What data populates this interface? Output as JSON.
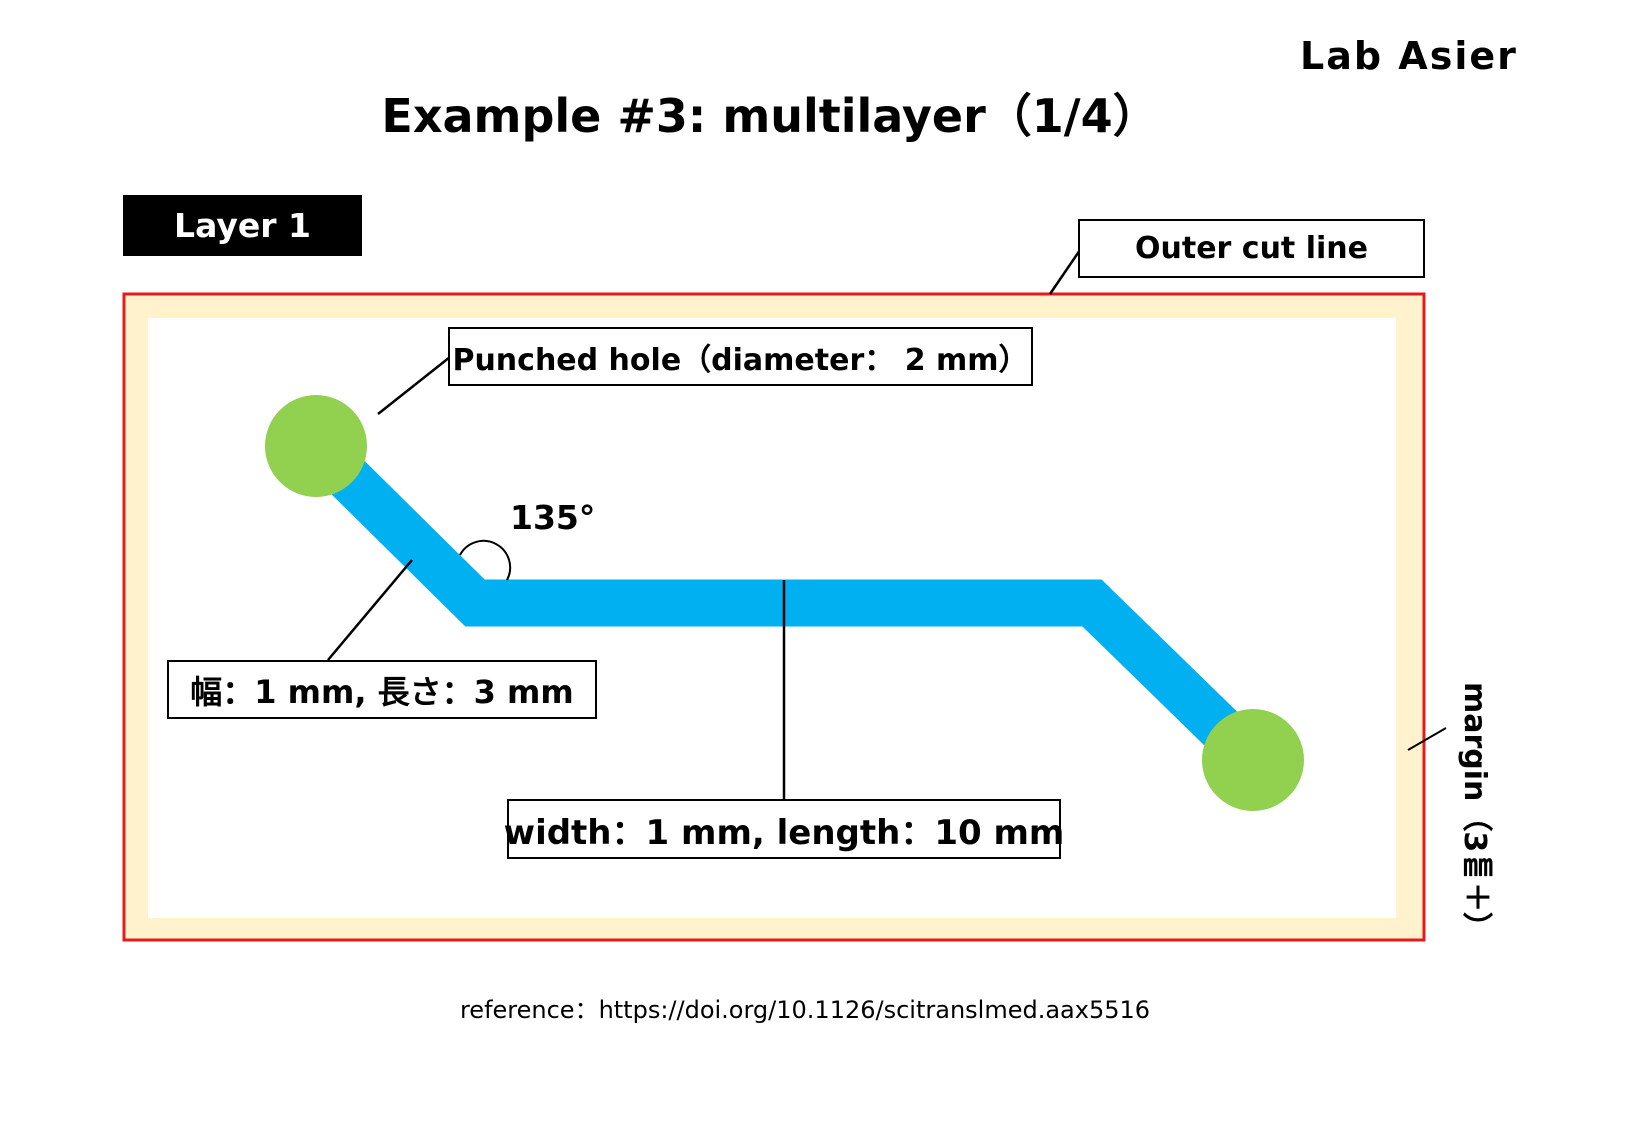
{
  "header": {
    "title": "Example #3: multilayer（1/4）",
    "brand": "Lab Asier"
  },
  "layer_label": "Layer 1",
  "callouts": {
    "outer_cut": "Outer cut line",
    "punched_hole": "Punched hole（diameter： 2  mm）",
    "short_channel": "幅：1 mm, 長さ：3 mm",
    "long_channel": "width：1 mm, length：10 mm",
    "angle": "135°",
    "margin": "margin（3㎜＋）"
  },
  "colors": {
    "cut_line": "#e31b1b",
    "margin_fill": "#fff2cc",
    "channel": "#00b0f0",
    "hole": "#92d050"
  },
  "reference": "reference：https://doi.org/10.1126/scitranslmed.aax5516"
}
